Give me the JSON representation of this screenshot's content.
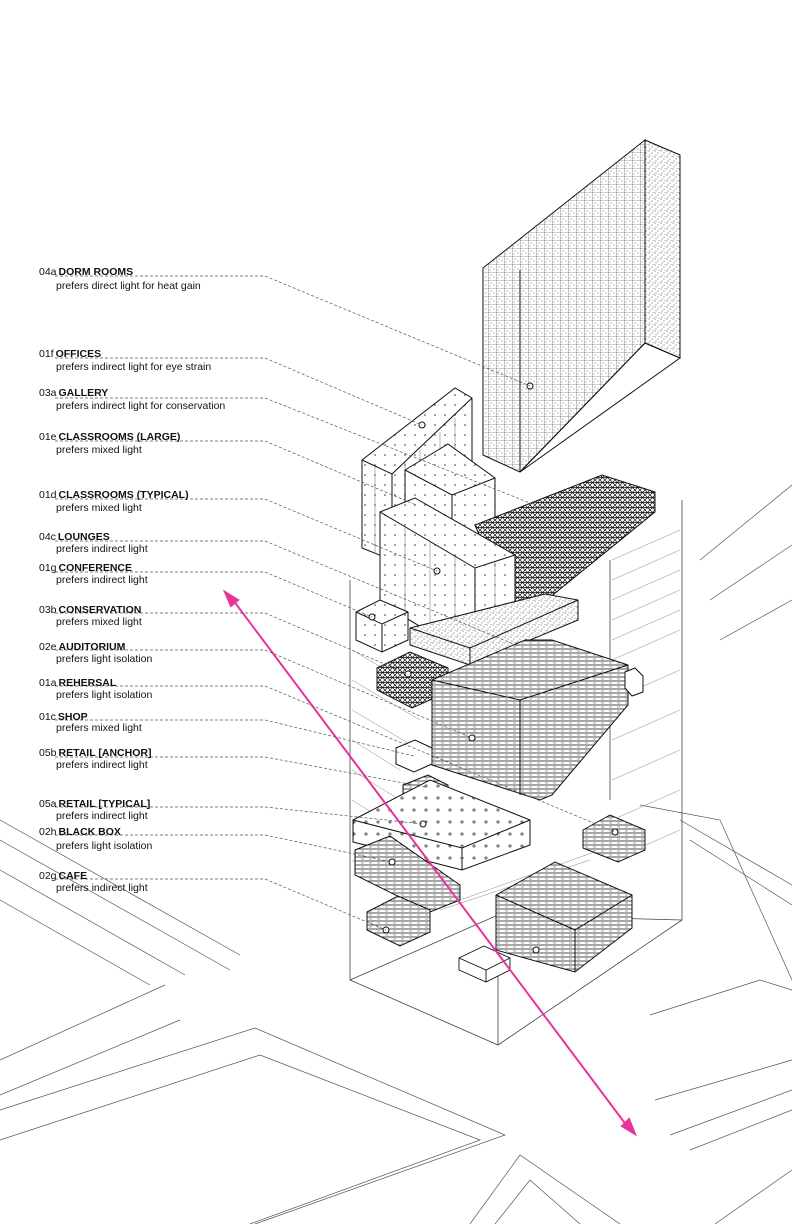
{
  "diagram": {
    "accent_color": "#e8339a",
    "labels": [
      {
        "code": "04a",
        "name": "DORM ROOMS",
        "desc": "prefers direct light for heat gain"
      },
      {
        "code": "01f",
        "name": "OFFICES",
        "desc": "prefers indirect light for eye strain"
      },
      {
        "code": "03a",
        "name": "GALLERY",
        "desc": "prefers indirect light for conservation"
      },
      {
        "code": "01e",
        "name": "CLASSROOMS (LARGE)",
        "desc": "prefers mixed light"
      },
      {
        "code": "01d",
        "name": "CLASSROOMS (TYPICAL)",
        "desc": "prefers mixed light"
      },
      {
        "code": "04c",
        "name": "LOUNGES",
        "desc": "prefers indirect light"
      },
      {
        "code": "01g",
        "name": "CONFERENCE",
        "desc": "prefers indirect light"
      },
      {
        "code": "03b",
        "name": "CONSERVATION",
        "desc": "prefers mixed light"
      },
      {
        "code": "02e",
        "name": "AUDITORIUM",
        "desc": "prefers light isolation"
      },
      {
        "code": "01a",
        "name": "REHERSAL",
        "desc": "prefers light isolation"
      },
      {
        "code": "01c",
        "name": "SHOP",
        "desc": "prefers mixed light"
      },
      {
        "code": "05b",
        "name": "RETAIL [ANCHOR]",
        "desc": "prefers indirect light"
      },
      {
        "code": "05a",
        "name": "RETAIL [TYPICAL]",
        "desc": "prefers indirect light"
      },
      {
        "code": "02h",
        "name": "BLACK BOX",
        "desc": "prefers light isolation"
      },
      {
        "code": "02g",
        "name": "CAFE",
        "desc": "prefers indirect light"
      }
    ]
  }
}
